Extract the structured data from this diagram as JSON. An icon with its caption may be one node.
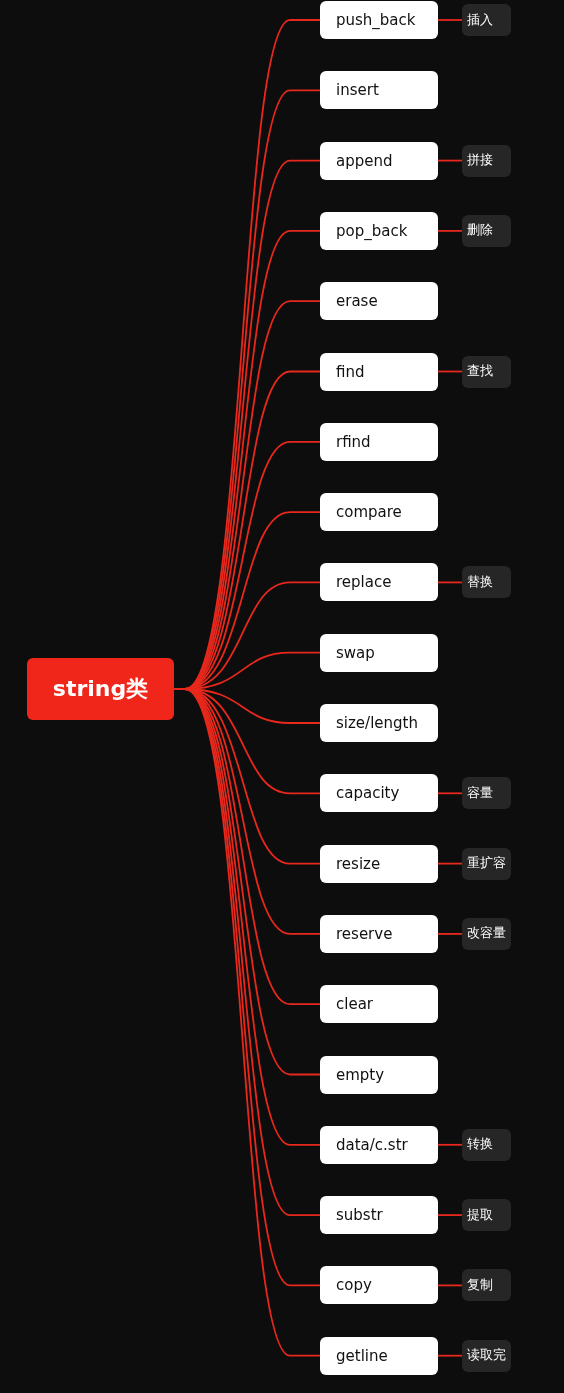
{
  "diagram": {
    "nodes": [
      {
        "text": [
          "string类"
        ]
      },
      {
        "text": [
          "push_back"
        ]
      },
      {
        "text": [
          "插入"
        ]
      },
      {
        "text": [
          "insert"
        ]
      },
      {
        "text": [
          "append"
        ]
      },
      {
        "text": [
          "拼接"
        ]
      },
      {
        "text": [
          "pop_back"
        ]
      },
      {
        "text": [
          "删除"
        ]
      },
      {
        "text": [
          "erase"
        ]
      },
      {
        "text": [
          "find"
        ]
      },
      {
        "text": [
          "查找"
        ]
      },
      {
        "text": [
          "rfind"
        ]
      },
      {
        "text": [
          "compare"
        ]
      },
      {
        "text": [
          "replace"
        ]
      },
      {
        "text": [
          "替换"
        ]
      },
      {
        "text": [
          "swap"
        ]
      },
      {
        "text": [
          "size/length"
        ]
      },
      {
        "text": [
          "capacity"
        ]
      },
      {
        "text": [
          "容量"
        ]
      },
      {
        "text": [
          "resize"
        ]
      },
      {
        "text": [
          "重扩容"
        ]
      },
      {
        "text": [
          "reserve"
        ]
      },
      {
        "text": [
          "改容量"
        ]
      },
      {
        "text": [
          "clear"
        ]
      },
      {
        "text": [
          "empty"
        ]
      },
      {
        "text": [
          "data/c.str"
        ]
      },
      {
        "text": [
          "转换"
        ]
      },
      {
        "text": [
          "substr"
        ]
      },
      {
        "text": [
          "提取"
        ]
      },
      {
        "text": [
          "copy"
        ]
      },
      {
        "text": [
          "复制"
        ]
      },
      {
        "text": [
          "getline"
        ]
      },
      {
        "text": [
          "读取完"
        ]
      }
    ],
    "edges": [
      {
        "from": 0,
        "to": 1,
        "arrow": "none"
      },
      {
        "from": 1,
        "to": 2,
        "arrow": "none"
      },
      {
        "from": 0,
        "to": 3,
        "arrow": "none"
      },
      {
        "from": 0,
        "to": 4,
        "arrow": "none"
      },
      {
        "from": 4,
        "to": 5,
        "arrow": "none"
      },
      {
        "from": 0,
        "to": 6,
        "arrow": "none"
      },
      {
        "from": 6,
        "to": 7,
        "arrow": "none"
      },
      {
        "from": 0,
        "to": 8,
        "arrow": "none"
      },
      {
        "from": 0,
        "to": 9,
        "arrow": "none"
      },
      {
        "from": 9,
        "to": 10,
        "arrow": "none"
      },
      {
        "from": 0,
        "to": 11,
        "arrow": "none"
      },
      {
        "from": 0,
        "to": 12,
        "arrow": "none"
      },
      {
        "from": 0,
        "to": 13,
        "arrow": "none"
      },
      {
        "from": 13,
        "to": 14,
        "arrow": "none"
      },
      {
        "from": 0,
        "to": 15,
        "arrow": "none"
      },
      {
        "from": 0,
        "to": 16,
        "arrow": "none"
      },
      {
        "from": 0,
        "to": 17,
        "arrow": "none"
      },
      {
        "from": 17,
        "to": 18,
        "arrow": "none"
      },
      {
        "from": 0,
        "to": 19,
        "arrow": "none"
      },
      {
        "from": 19,
        "to": 20,
        "arrow": "none"
      },
      {
        "from": 0,
        "to": 21,
        "arrow": "none"
      },
      {
        "from": 21,
        "to": 22,
        "arrow": "none"
      },
      {
        "from": 0,
        "to": 23,
        "arrow": "none"
      },
      {
        "from": 0,
        "to": 24,
        "arrow": "none"
      },
      {
        "from": 0,
        "to": 25,
        "arrow": "none"
      },
      {
        "from": 25,
        "to": 26,
        "arrow": "none"
      },
      {
        "from": 0,
        "to": 27,
        "arrow": "none"
      },
      {
        "from": 27,
        "to": 28,
        "arrow": "none"
      },
      {
        "from": 0,
        "to": 29,
        "arrow": "none"
      },
      {
        "from": 29,
        "to": 30,
        "arrow": "none"
      },
      {
        "from": 0,
        "to": 31,
        "arrow": "none"
      },
      {
        "from": 31,
        "to": 32,
        "arrow": "none"
      }
    ]
  }
}
